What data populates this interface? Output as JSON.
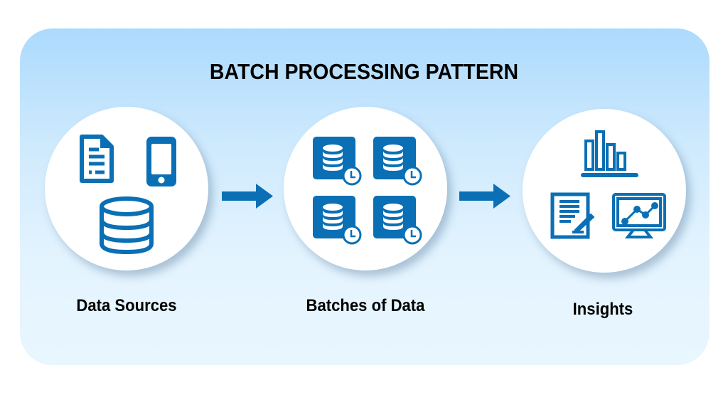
{
  "title": "BATCH PROCESSING PATTERN",
  "colors": {
    "icon_blue": "#0a6fb5",
    "panel_top": "#acdafd",
    "panel_bottom": "#e8f6fe"
  },
  "stages": [
    {
      "label": "Data Sources",
      "icons": [
        "document-icon",
        "smartphone-icon",
        "database-icon"
      ]
    },
    {
      "label": "Batches of Data",
      "icons": [
        "scheduled-database-icon",
        "scheduled-database-icon",
        "scheduled-database-icon",
        "scheduled-database-icon"
      ]
    },
    {
      "label": "Insights",
      "icons": [
        "bar-chart-icon",
        "report-sign-icon",
        "monitor-line-chart-icon"
      ]
    }
  ],
  "connectors": [
    "arrow-right-icon",
    "arrow-right-icon"
  ]
}
